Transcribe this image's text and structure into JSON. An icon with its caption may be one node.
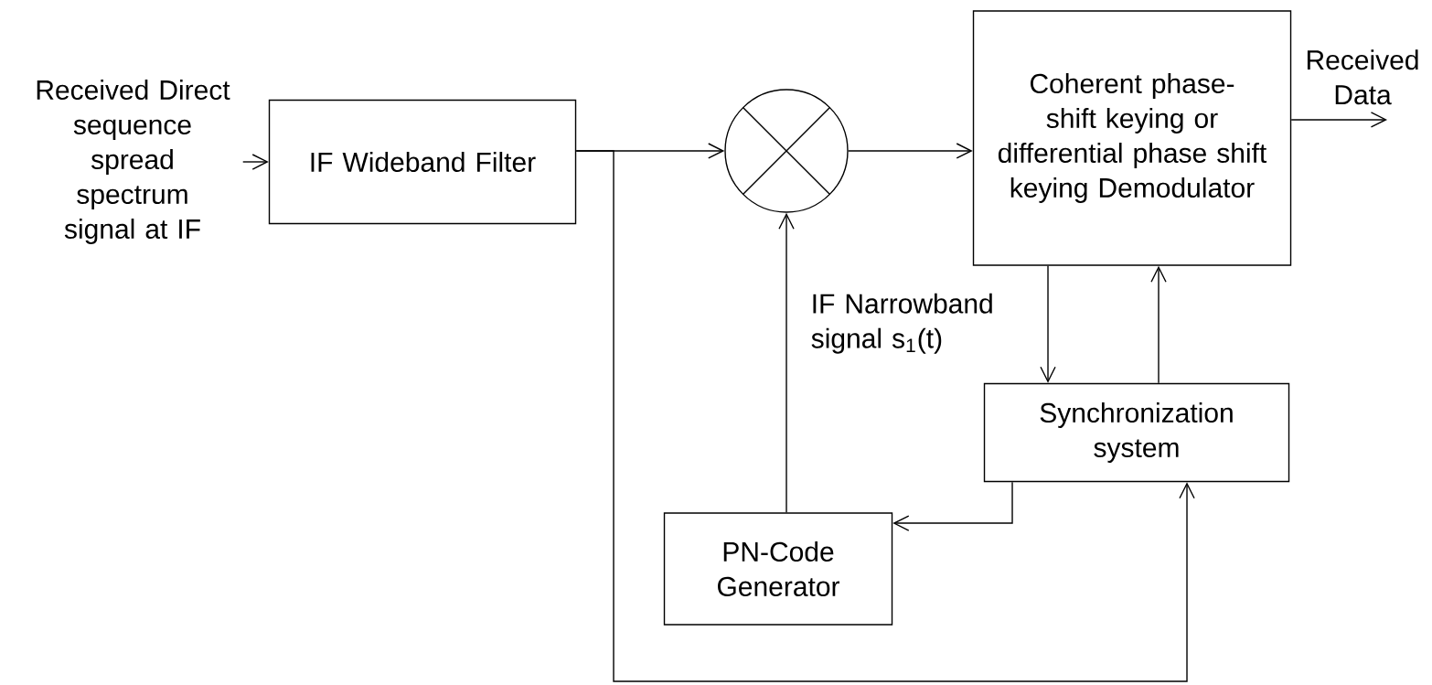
{
  "diagram": {
    "nodes": [
      {
        "text": [
          "Received Direct sequence spread spectrum signal at IF"
        ]
      },
      {
        "text": [
          "IF Wideband Filter"
        ]
      },
      {
        "text": [],
        "shape": "circle"
      },
      {
        "text": [
          "Coherent phase-shift keying or differential phase shift keying Demodulator"
        ]
      },
      {
        "text": [
          "Received Data"
        ]
      },
      {
        "text": [
          "Synchronization system"
        ]
      },
      {
        "text": [
          "PN-Code Generator"
        ]
      }
    ],
    "edges": [
      {
        "from": 0,
        "to": 1,
        "arrow": "to"
      },
      {
        "from": 1,
        "to": 2,
        "arrow": "to"
      },
      {
        "from": 1,
        "to": 5,
        "arrow": "to"
      },
      {
        "from": 2,
        "to": 3,
        "arrow": "to"
      },
      {
        "from": 3,
        "to": 4,
        "arrow": "to"
      },
      {
        "from": 3,
        "to": 5,
        "arrow": "to"
      },
      {
        "from": 5,
        "to": 3,
        "arrow": "to"
      },
      {
        "from": 5,
        "to": 6,
        "arrow": "to"
      },
      {
        "from": 6,
        "to": 2,
        "arrow": "to"
      }
    ],
    "labels": [
      "IF Narrowband signal s$_{1}$(t)"
    ]
  }
}
